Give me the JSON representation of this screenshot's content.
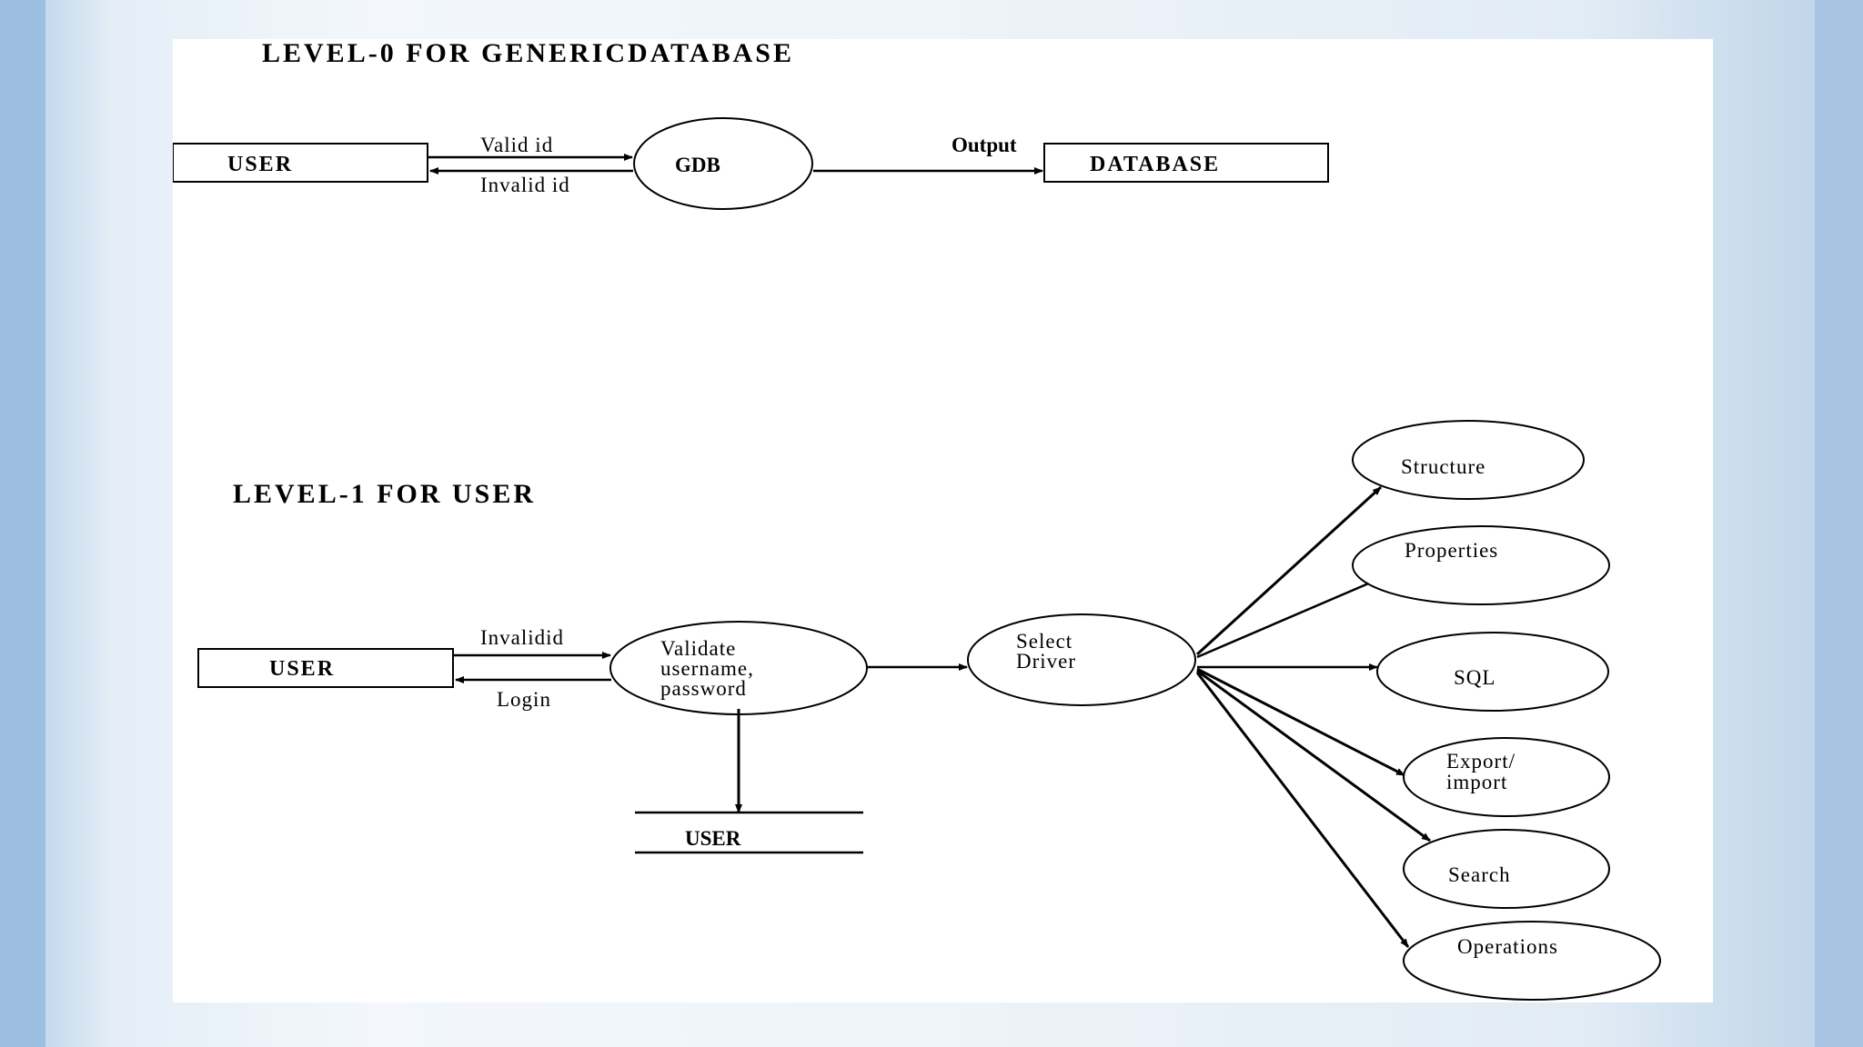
{
  "level0": {
    "title": "LEVEL-0 FOR GENERICDATABASE",
    "user_label": "USER",
    "process_label": "GDB",
    "database_label": "DATABASE",
    "flow_valid": "Valid id",
    "flow_invalid": "Invalid id",
    "flow_output": "Output"
  },
  "level1": {
    "title": "LEVEL-1 FOR USER",
    "user_label": "USER",
    "flow_invalid": "Invalidid",
    "flow_login": "Login",
    "validate_lines": [
      "Validate",
      "username,",
      "password"
    ],
    "store_label": "USER",
    "select_lines": [
      "Select",
      "Driver"
    ],
    "options": [
      {
        "lines": [
          "Structure"
        ]
      },
      {
        "lines": [
          "Properties"
        ]
      },
      {
        "lines": [
          "SQL"
        ]
      },
      {
        "lines": [
          "Export/",
          "import"
        ]
      },
      {
        "lines": [
          "Search"
        ]
      },
      {
        "lines": [
          "Operations"
        ]
      }
    ]
  }
}
